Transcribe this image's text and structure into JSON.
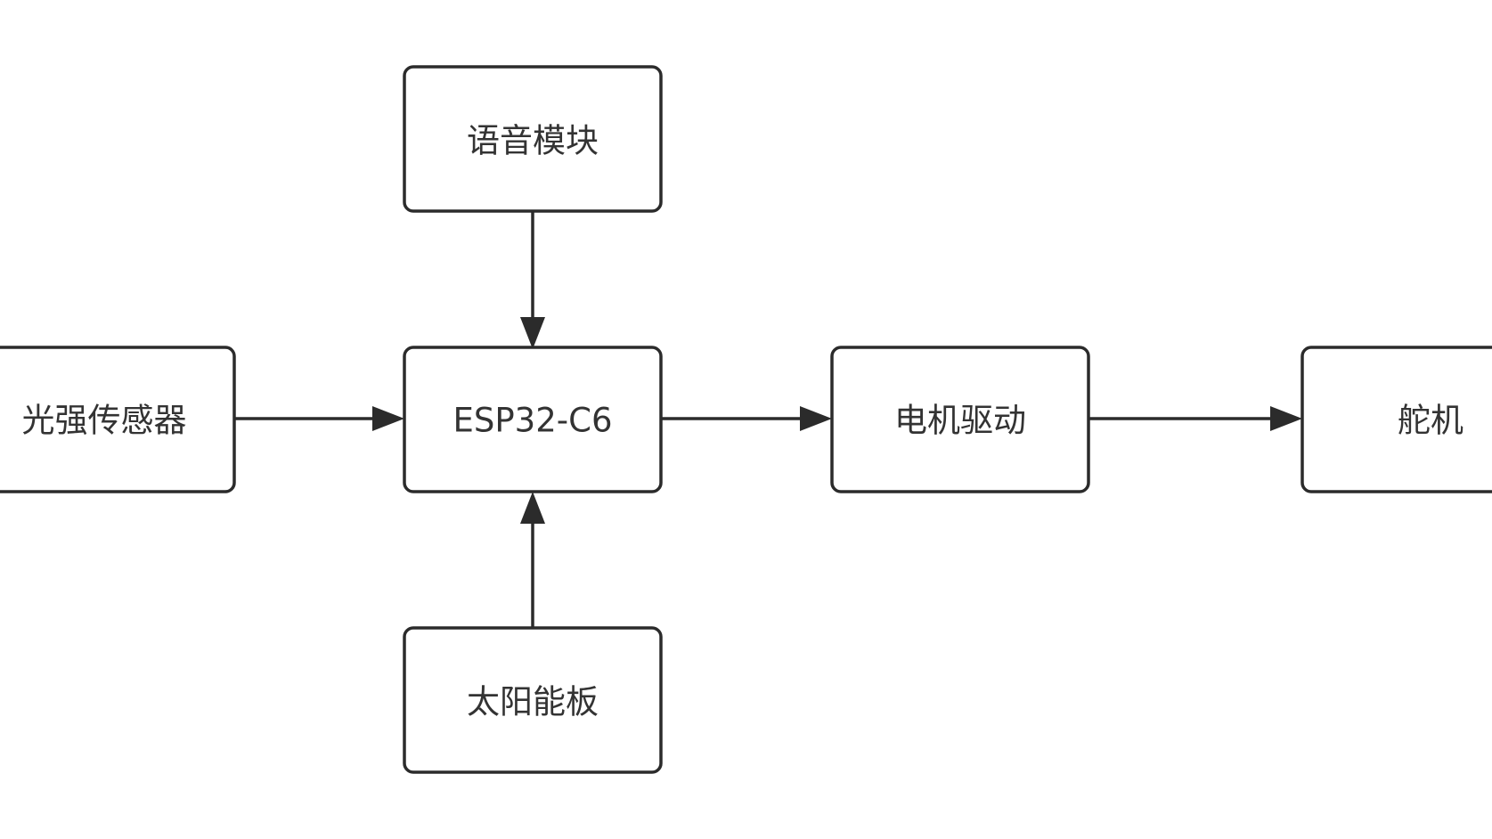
{
  "nodes": {
    "voice_module": {
      "label": "语音模块"
    },
    "light_sensor": {
      "label": "光强传感器"
    },
    "esp32": {
      "label": "ESP32-C6"
    },
    "motor_driver": {
      "label": "电机驱动"
    },
    "servo": {
      "label": "舵机"
    },
    "solar_panel": {
      "label": "太阳能板"
    }
  },
  "edges": [
    {
      "from": "voice_module",
      "to": "esp32"
    },
    {
      "from": "light_sensor",
      "to": "esp32"
    },
    {
      "from": "solar_panel",
      "to": "esp32"
    },
    {
      "from": "esp32",
      "to": "motor_driver"
    },
    {
      "from": "motor_driver",
      "to": "servo"
    }
  ]
}
